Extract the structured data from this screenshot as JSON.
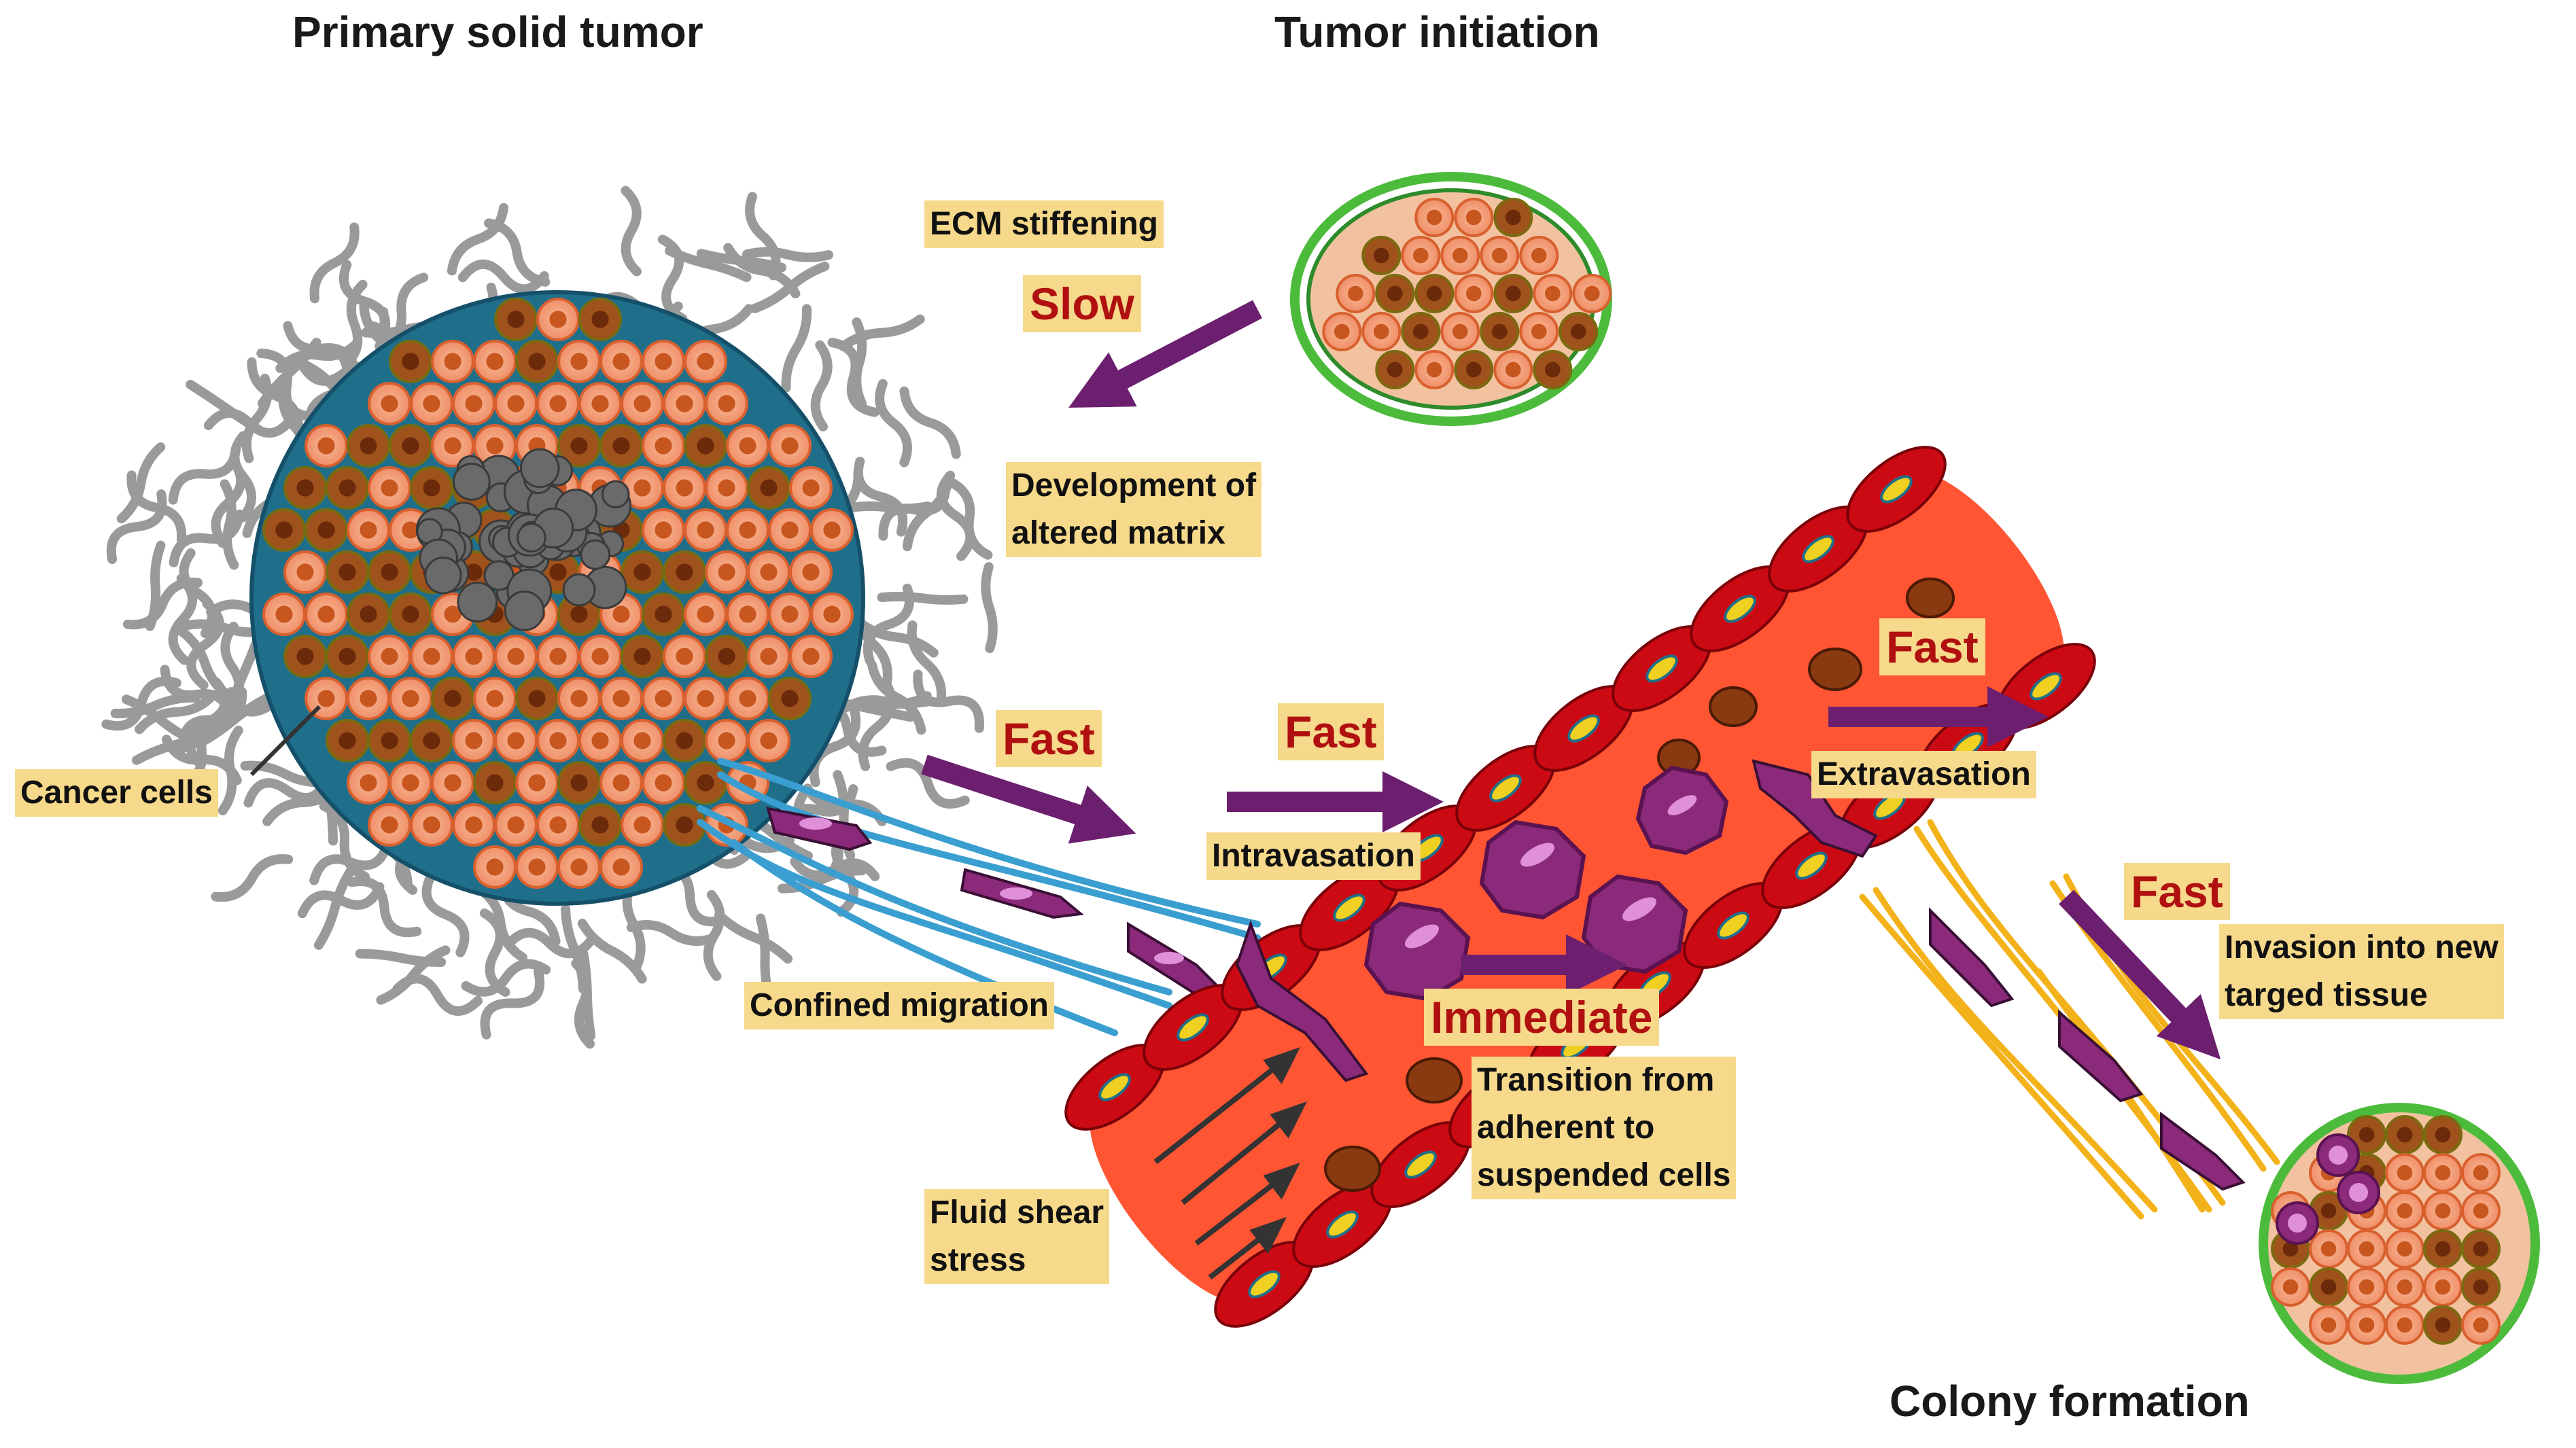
{
  "headings": {
    "primary_tumor": "Primary solid tumor",
    "tumor_initiation": "Tumor initiation",
    "colony_formation": "Colony formation"
  },
  "labels": {
    "ecm_stiffening": "ECM stiffening",
    "altered_matrix": "Development of\naltered matrix",
    "cancer_cells": "Cancer cells",
    "confined_migration": "Confined migration",
    "intravasation": "Intravasation",
    "extravasation": "Extravasation",
    "invasion": "Invasion into new\ntarged tissue",
    "transition": "Transition from\nadherent to\nsuspended cells",
    "fluid_shear": "Fluid shear\nstress"
  },
  "speeds": {
    "slow": "Slow",
    "fast_migration": "Fast",
    "fast_intravasation": "Fast",
    "fast_extravasation": "Fast",
    "fast_invasion": "Fast",
    "immediate": "Immediate"
  },
  "colors": {
    "label_bg": "#f6d98b",
    "speed_text": "#b01010",
    "arrow": "#6b1f6e",
    "vessel": "#ff5533",
    "endothelial": "#cc0a14",
    "tumor_core": "#1f6f8b",
    "cell_light": "#f4a37f",
    "cell_dark": "#a0521d",
    "ecm_fiber": "#9a9a9a",
    "collagen_blue": "#3a9fd0",
    "collagen_yellow": "#f3b21a",
    "green_matrix": "#4cbb3c",
    "migrating_cell": "#8b2a7a"
  }
}
